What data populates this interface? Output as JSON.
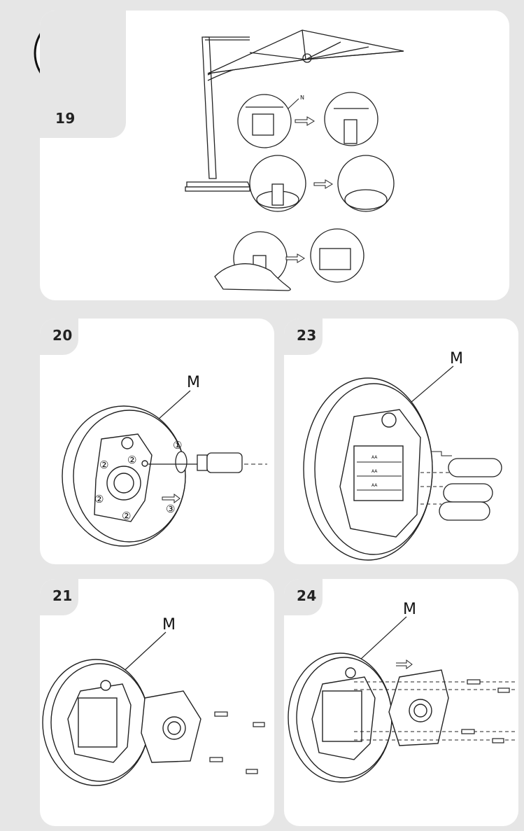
{
  "steps": {
    "s19": {
      "number": "19",
      "callout": "N"
    },
    "s20": {
      "number": "20",
      "part_label": "M",
      "marks": [
        "①",
        "②",
        "②",
        "②",
        "②",
        "③"
      ]
    },
    "s23": {
      "number": "23",
      "part_label": "M",
      "battery_text": [
        "AA",
        "AA",
        "AA"
      ]
    },
    "s21": {
      "number": "21",
      "part_label": "M"
    },
    "s24": {
      "number": "24",
      "part_label": "M"
    }
  },
  "player": {
    "icon": "play-icon"
  },
  "colors": {
    "background": "#e6e6e6",
    "panel": "#ffffff",
    "line": "#222222"
  }
}
